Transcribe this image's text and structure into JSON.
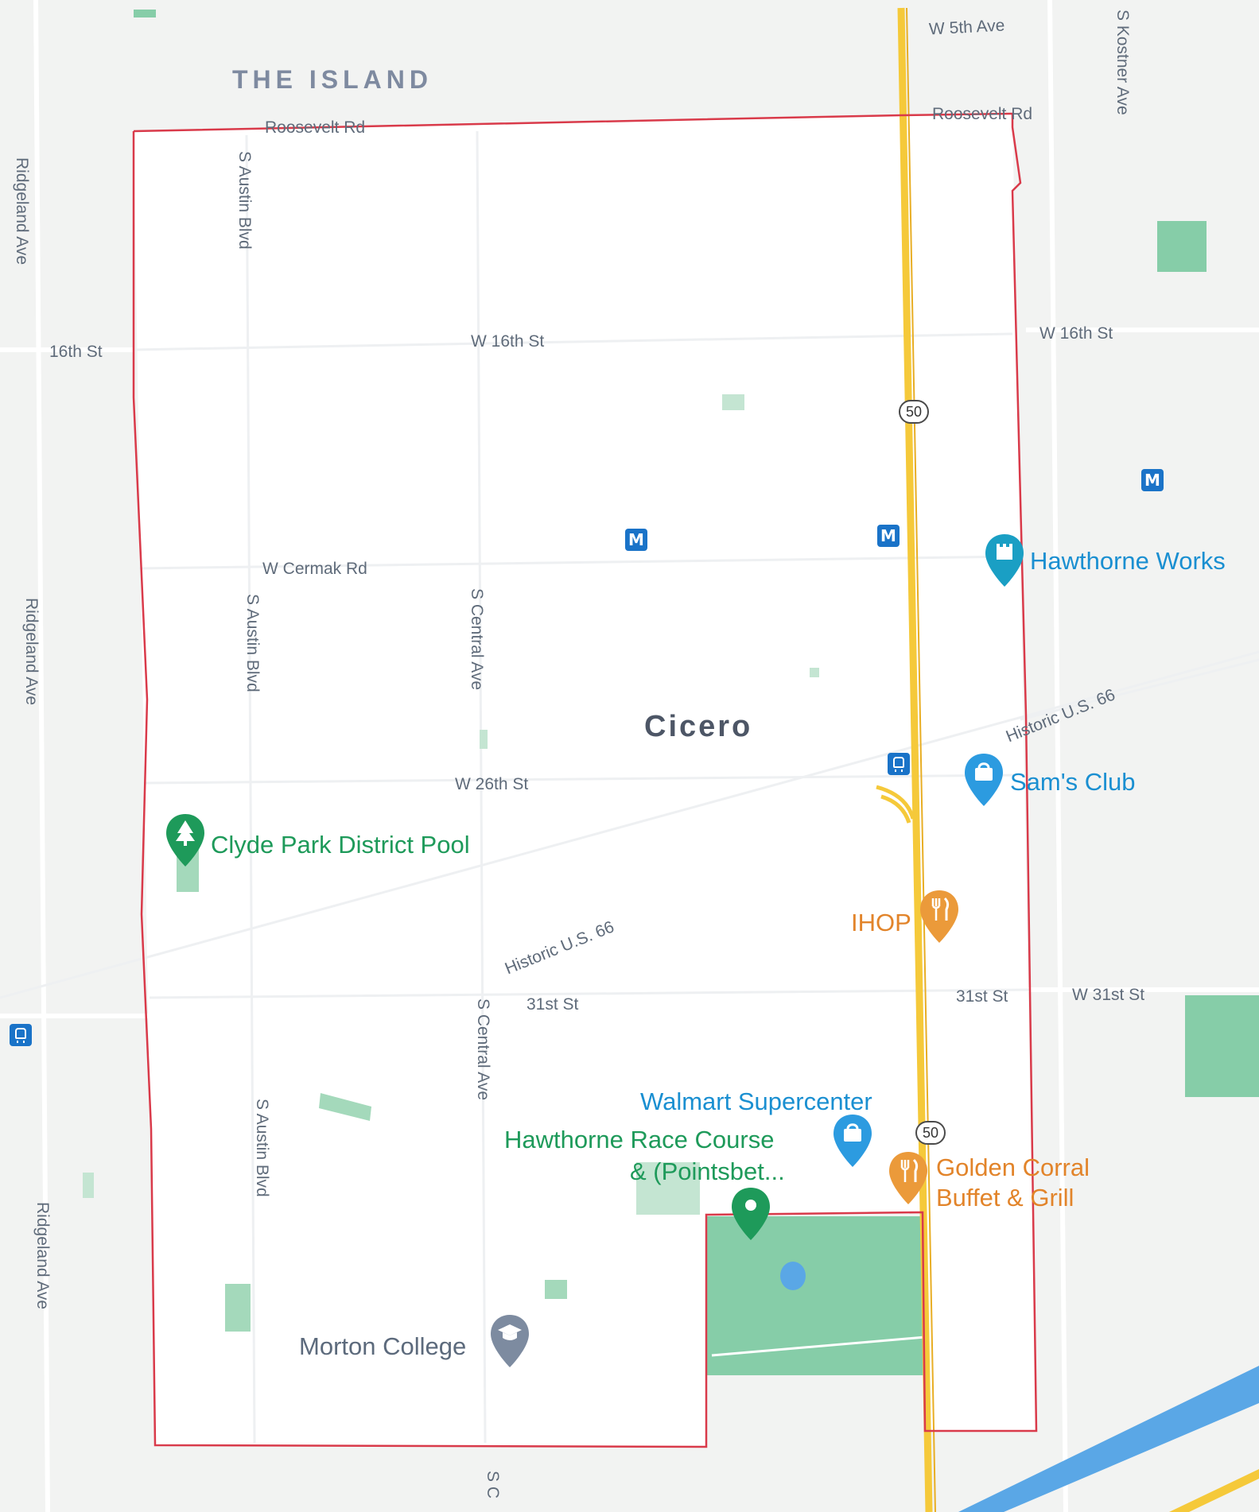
{
  "map": {
    "area_label": "THE ISLAND",
    "city_label": "Cicero",
    "colors": {
      "boundary": "#d93a4a",
      "highway": "#f5c93a",
      "park": "#86cda8",
      "water": "#5aa7e6",
      "road": "#ffffff",
      "land": "#f2f3f2"
    },
    "roads": {
      "w_5th_ave": "W 5th Ave",
      "kostner_ave": "S Kostner Ave",
      "roosevelt_west": "Roosevelt Rd",
      "roosevelt_east": "Roosevelt Rd",
      "ridgeland_1": "Ridgeland Ave",
      "ridgeland_2": "Ridgeland Ave",
      "ridgeland_3": "Ridgeland Ave",
      "austin_1": "S Austin Blvd",
      "austin_2": "S Austin Blvd",
      "austin_3": "S Austin Blvd",
      "st16_west": "16th St",
      "w16th_center": "W 16th St",
      "w16th_east": "W 16th St",
      "cermak": "W Cermak Rd",
      "central_1": "S Central Ave",
      "central_2": "S Central Ave",
      "central_3": "S C",
      "w26th": "W 26th St",
      "us66_east": "Historic U.S. 66",
      "us66_west": "Historic U.S. 66",
      "st31_center": "31st St",
      "st31_east": "31st St",
      "w31st_east": "W 31st St"
    },
    "shields": [
      "50",
      "50"
    ],
    "pois": {
      "hawthorne_works": {
        "label": "Hawthorne Works",
        "icon": "landmark-icon"
      },
      "sams_club": {
        "label": "Sam's Club",
        "icon": "shopping-bag-icon"
      },
      "clyde_park": {
        "label": "Clyde Park District Pool",
        "icon": "tree-icon"
      },
      "ihop": {
        "label": "IHOP",
        "icon": "restaurant-icon"
      },
      "walmart": {
        "label": "Walmart Supercenter",
        "icon": "shopping-bag-icon"
      },
      "race_course_1": {
        "label": "Hawthorne Race Course",
        "icon": "place-pin-icon"
      },
      "race_course_2": {
        "label": "& (Pointsbet..."
      },
      "golden_corral_1": {
        "label": "Golden Corral",
        "icon": "restaurant-icon"
      },
      "golden_corral_2": {
        "label": "Buffet & Grill"
      },
      "morton_college": {
        "label": "Morton College",
        "icon": "school-icon"
      }
    },
    "transit_marker_label": "M"
  }
}
